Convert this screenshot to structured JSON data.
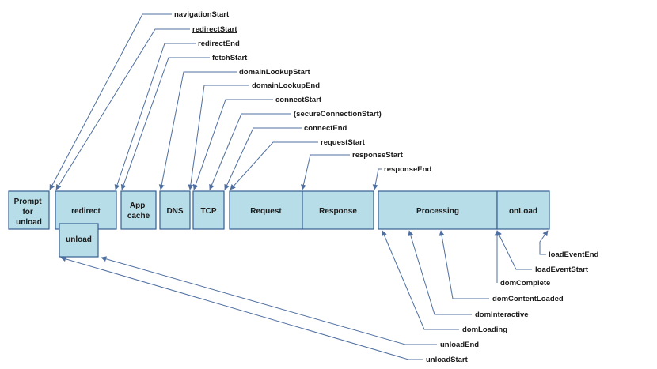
{
  "boxes": [
    {
      "id": "prompt",
      "lines": [
        "Prompt",
        "for",
        "unload"
      ]
    },
    {
      "id": "redirect",
      "lines": [
        "redirect"
      ]
    },
    {
      "id": "appcache",
      "lines": [
        "App",
        "cache"
      ]
    },
    {
      "id": "dns",
      "lines": [
        "DNS"
      ]
    },
    {
      "id": "tcp",
      "lines": [
        "TCP"
      ]
    },
    {
      "id": "request",
      "lines": [
        "Request"
      ]
    },
    {
      "id": "response",
      "lines": [
        "Response"
      ]
    },
    {
      "id": "processing",
      "lines": [
        "Processing"
      ]
    },
    {
      "id": "onload",
      "lines": [
        "onLoad"
      ]
    },
    {
      "id": "unload",
      "lines": [
        "unload"
      ]
    }
  ],
  "labels": {
    "navigationStart": "navigationStart",
    "redirectStart": "redirectStart",
    "redirectEnd": "redirectEnd",
    "fetchStart": "fetchStart",
    "domainLookupStart": "domainLookupStart",
    "domainLookupEnd": "domainLookupEnd",
    "connectStart": "connectStart",
    "secureConnectionStart": "(secureConnectionStart)",
    "connectEnd": "connectEnd",
    "requestStart": "requestStart",
    "responseStart": "responseStart",
    "responseEnd": "responseEnd",
    "loadEventEnd": "loadEventEnd",
    "loadEventStart": "loadEventStart",
    "domComplete": "domComplete",
    "domContentLoaded": "domContentLoaded",
    "domInteractive": "domInteractive",
    "domLoading": "domLoading",
    "unloadEnd": "unloadEnd",
    "unloadStart": "unloadStart"
  },
  "colors": {
    "box_fill": "#b7dde8",
    "box_stroke": "#365f91",
    "arrow": "#4f6fa0"
  }
}
